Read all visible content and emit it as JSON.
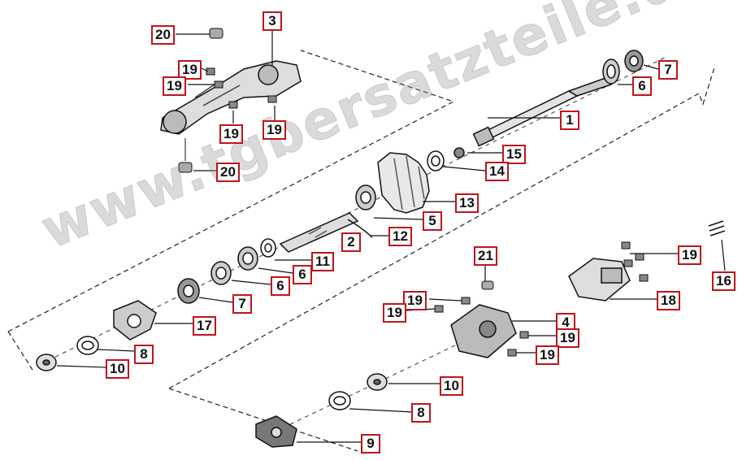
{
  "watermark": "www.tgbersatzteile.de",
  "callouts": {
    "c1": "1",
    "c2": "2",
    "c3": "3",
    "c4": "4",
    "c5": "5",
    "c6a": "6",
    "c6b": "6",
    "c6c": "6",
    "c7a": "7",
    "c7b": "7",
    "c8a": "8",
    "c8b": "8",
    "c9": "9",
    "c10a": "10",
    "c10b": "10",
    "c11": "11",
    "c12": "12",
    "c13": "13",
    "c14": "14",
    "c15": "15",
    "c16": "16",
    "c17": "17",
    "c18": "18",
    "c19a": "19",
    "c19b": "19",
    "c19c": "19",
    "c19d": "19",
    "c19e": "19",
    "c19f": "19",
    "c19g": "19",
    "c19h": "19",
    "c19i": "19",
    "c20a": "20",
    "c20b": "20",
    "c21": "21"
  }
}
